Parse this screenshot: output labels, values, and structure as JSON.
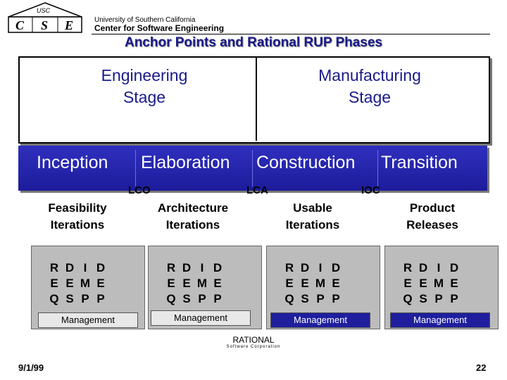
{
  "header": {
    "logo_letters": [
      "C",
      "S",
      "E"
    ],
    "logo_top_text": "USC",
    "university": "University of Southern California",
    "center": "Center for Software Engineering",
    "title": "Anchor Points and Rational RUP Phases"
  },
  "stages": [
    "Engineering\nStage",
    "Manufacturing\nStage"
  ],
  "phases": [
    "Inception",
    "Elaboration",
    "Construction",
    "Transition"
  ],
  "milestones": [
    "LCO",
    "LCA",
    "IOC"
  ],
  "iterations": [
    "Feasibility\nIterations",
    "Architecture\nIterations",
    "Usable\nIterations",
    "Product\nReleases"
  ],
  "disciplines": {
    "rows": [
      [
        "R",
        "D",
        "I",
        "D"
      ],
      [
        "E",
        "E",
        "M",
        "E"
      ],
      [
        "Q",
        "S",
        "P",
        "P"
      ]
    ],
    "management_label": "Management"
  },
  "branding": {
    "rational": "RATIONAL",
    "rational_sub": "Software Corporation"
  },
  "footer": {
    "date": "9/1/99",
    "page": "22"
  },
  "colors": {
    "phase_bar": "#1f1f9e",
    "title": "#1a1a8a",
    "panel": "#bcbcbc"
  }
}
